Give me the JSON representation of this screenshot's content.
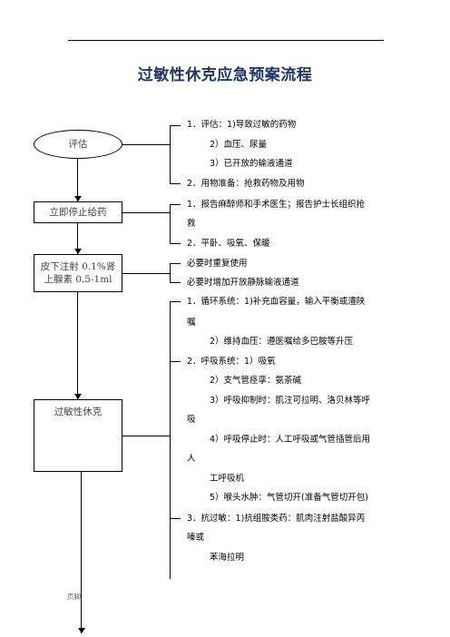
{
  "title": "过敏性休克应急预案流程",
  "nodes": {
    "assess": "评估",
    "stop": "立即停止给药",
    "inject_1": "皮下注射 0.1%肾",
    "inject_2": "上腺素 0.5-1ml",
    "shock": "过敏性休克"
  },
  "group1": {
    "l1": "1．评估：1)导致过敏的药物",
    "l2": "2）血压、尿量",
    "l3": "3）已开放的输液通道",
    "l4": "2．用物准备：抢救药物及用物"
  },
  "group2": {
    "l1": "1．报告麻醉师和手术医生；报告护士长组织抢",
    "l2": "救",
    "l3": "2．平卧、吸氧、保暖"
  },
  "group3": {
    "l1": "必要时重复使用",
    "l2": "必要时增加开放静脉输液通道"
  },
  "group4": {
    "l1": "1．循环系统：1)补充血容量，输入平衡或澧陕",
    "l2": "嘱",
    "l3": "2）维持血压：遵医嘱给多巴胺等升压",
    "l4": "2．呼吸系统：1）吸氧",
    "l5": "2）支气管痉挛：氨茶碱",
    "l6": "3）呼吸抑制时：肌注可拉明、洛贝林等呼",
    "l7": "吸",
    "l8": "4）呼吸停止时：人工呼吸或气管插管后用",
    "l9": "人",
    "l10": "工呼吸机",
    "l11": "5）喉头水肿：气管切开(准备气管切开包)",
    "l12": "3．抗过敏：1)抗组胺类药：肌肉注射盐酸异丙",
    "l13": "嗪或",
    "l14": "苯海拉明"
  },
  "footer": "页脚"
}
